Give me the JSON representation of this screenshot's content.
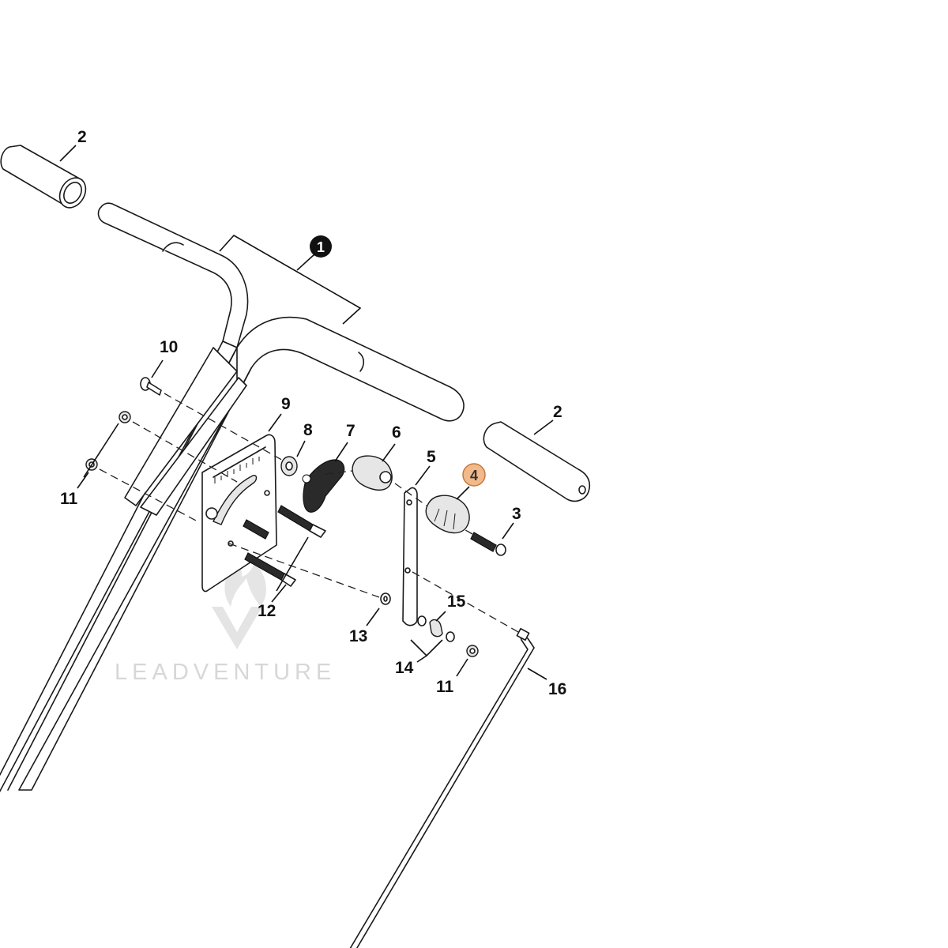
{
  "diagram": {
    "callouts": [
      {
        "id": "c2a",
        "label": "2"
      },
      {
        "id": "c1",
        "label": "1"
      },
      {
        "id": "c10",
        "label": "10"
      },
      {
        "id": "c9",
        "label": "9"
      },
      {
        "id": "c8",
        "label": "8"
      },
      {
        "id": "c7",
        "label": "7"
      },
      {
        "id": "c6",
        "label": "6"
      },
      {
        "id": "c5",
        "label": "5"
      },
      {
        "id": "c2b",
        "label": "2"
      },
      {
        "id": "c4",
        "label": "4"
      },
      {
        "id": "c3",
        "label": "3"
      },
      {
        "id": "c11a",
        "label": "11"
      },
      {
        "id": "c12",
        "label": "12"
      },
      {
        "id": "c13",
        "label": "13"
      },
      {
        "id": "c15",
        "label": "15"
      },
      {
        "id": "c14",
        "label": "14"
      },
      {
        "id": "c11b",
        "label": "11"
      },
      {
        "id": "c16",
        "label": "16"
      }
    ],
    "watermark": "LEADVENTURE",
    "colors": {
      "line": "#1a1a1a",
      "highlight_fill": "#f2b98a",
      "highlight_stroke": "#c07a40",
      "watermark": "#d7d7d7"
    }
  }
}
